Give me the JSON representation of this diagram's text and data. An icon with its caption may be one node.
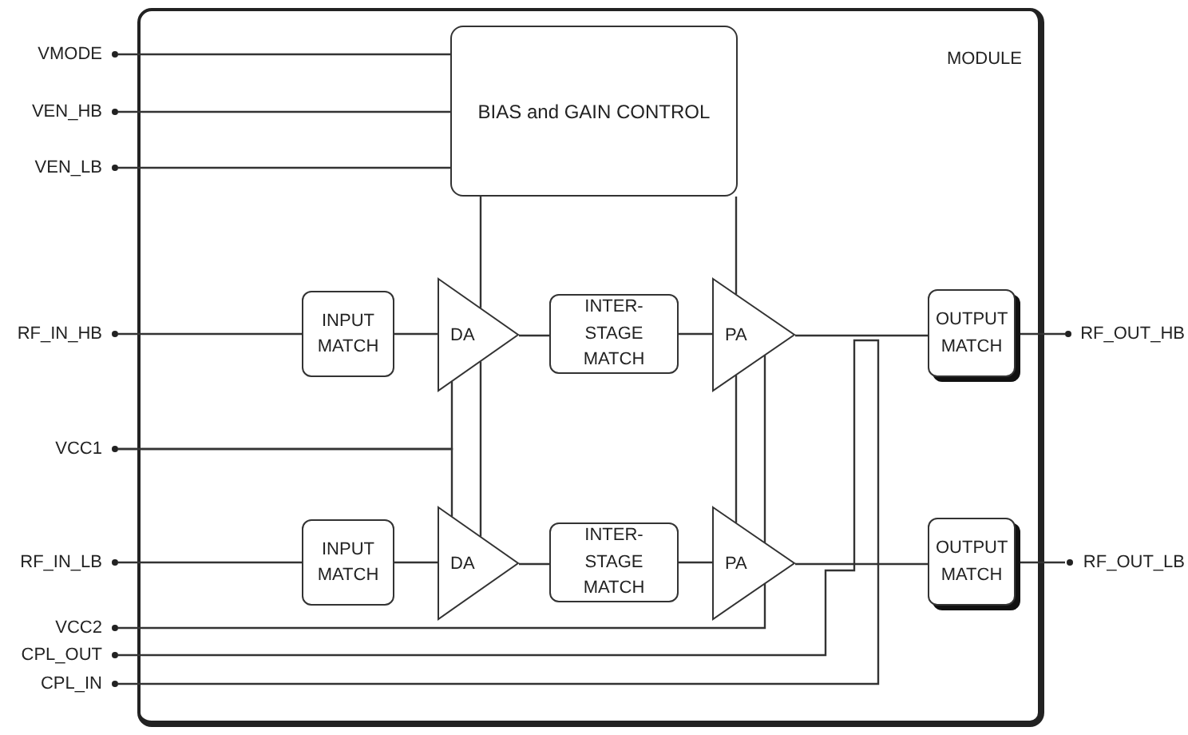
{
  "diagram": {
    "nodes": [
      {
        "text": [
          "MODULE"
        ]
      },
      {
        "text": [
          "VMODE"
        ]
      },
      {
        "text": [
          "VEN_HB"
        ]
      },
      {
        "text": [
          "VEN_LB"
        ]
      },
      {
        "text": [
          "BIAS and GAIN CONTROL"
        ],
        "in": 0
      },
      {
        "text": [
          "RF_IN_HB"
        ]
      },
      {
        "text": [
          "INPUT MATCH"
        ],
        "in": 0
      },
      {
        "text": [
          "DA"
        ],
        "in": 0
      },
      {
        "text": [
          "INTER-STAGE MATCH"
        ],
        "in": 0
      },
      {
        "text": [
          "PA"
        ],
        "in": 0
      },
      {
        "text": [
          "OUTPUT MATCH"
        ],
        "in": 0
      },
      {
        "text": [
          "RF_OUT_HB"
        ]
      },
      {
        "text": [
          "VCC1"
        ]
      },
      {
        "text": [
          "RF_IN_LB"
        ]
      },
      {
        "text": [
          "INPUT MATCH"
        ],
        "in": 0
      },
      {
        "text": [
          "DA"
        ],
        "in": 0
      },
      {
        "text": [
          "INTER-STAGE MATCH"
        ],
        "in": 0
      },
      {
        "text": [
          "PA"
        ],
        "in": 0
      },
      {
        "text": [
          "OUTPUT MATCH"
        ],
        "in": 0
      },
      {
        "text": [
          "RF_OUT_LB"
        ]
      },
      {
        "text": [
          "VCC2"
        ]
      },
      {
        "text": [
          "CPL_OUT"
        ]
      },
      {
        "text": [
          "CPL_IN"
        ]
      }
    ],
    "edges": [
      {
        "from": 1,
        "to": 4,
        "arrow": "none"
      },
      {
        "from": 2,
        "to": 4,
        "arrow": "none"
      },
      {
        "from": 3,
        "to": 4,
        "arrow": "none"
      },
      {
        "from": 5,
        "to": 6,
        "arrow": "none"
      },
      {
        "from": 6,
        "to": 7,
        "arrow": "none"
      },
      {
        "from": 7,
        "to": 8,
        "arrow": "none"
      },
      {
        "from": 8,
        "to": 9,
        "arrow": "none"
      },
      {
        "from": 9,
        "to": 10,
        "arrow": "none"
      },
      {
        "from": 11,
        "to": 10,
        "arrow": "none"
      },
      {
        "from": 4,
        "to": 7,
        "arrow": "none"
      },
      {
        "from": 4,
        "to": 9,
        "arrow": "none"
      },
      {
        "from": 7,
        "to": 15,
        "arrow": "none"
      },
      {
        "from": 9,
        "to": 17,
        "arrow": "none"
      },
      {
        "from": 12,
        "to": 7,
        "arrow": "none"
      },
      {
        "from": 12,
        "to": 15,
        "arrow": "none"
      },
      {
        "from": 13,
        "to": 14,
        "arrow": "none"
      },
      {
        "from": 14,
        "to": 15,
        "arrow": "none"
      },
      {
        "from": 15,
        "to": 16,
        "arrow": "none"
      },
      {
        "from": 16,
        "to": 17,
        "arrow": "none"
      },
      {
        "from": 17,
        "to": 18,
        "arrow": "none"
      },
      {
        "from": 19,
        "to": 18,
        "arrow": "none"
      },
      {
        "from": 20,
        "to": 17,
        "arrow": "none"
      },
      {
        "from": 17,
        "to": 9,
        "arrow": "none"
      },
      {
        "from": 21,
        "to": 22,
        "arrow": "none"
      }
    ]
  }
}
